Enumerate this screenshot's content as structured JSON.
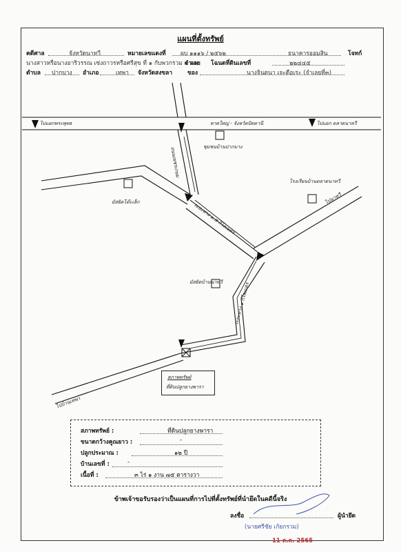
{
  "title": "แผนที่ตั้งทรัพย์",
  "header": {
    "case_label": "คดีศาล",
    "court": "จังหวัดนาทวี",
    "case_no_label": "หมายเลขแดงที่",
    "case_no": "ผบ ๑๑๑๖ / ๒๕๖๒",
    "plaintiff": "ธนาคารออมสิน",
    "plaintiff_role": "โจทก์",
    "defendants": "นางสาวหรือนางอาริวรรณ เซ่งถาวรหรือศรีสุข ที่ ๑ กับพวกรวม ๓ คน",
    "defendant_role": "จำเลย",
    "deed_label": "โฉนดที่ดินเลขที่",
    "deed_no": "๒๒๔๔๕",
    "subdistrict_label": "ตำบล",
    "subdistrict": "ปากบาง",
    "district_label": "อำเภอ",
    "district": "เทพา",
    "province_label": "จังหวัดสงขลา",
    "owner_label": "ของ",
    "owner": "นางจินตนา เจะดือเระ (จำเลยที่๓)"
  },
  "map_labels": {
    "road_top_left": "ไปแยกพระพุทธ",
    "road_top_center": "หาดใหญ่ - จังหวัดปัตตานี",
    "road_top_right": "ไปแยก ตลาดนาทวี",
    "mosque": "มัสยิดโต๊ะเล็ก",
    "community": "ชุมชนบ้านปากบาง",
    "road_vertical": "ถนนเพชรเกษม",
    "distance_1": "ระยะทาง ๑.๕ กิโลเมตร",
    "school": "โรงเรียนบ้านตลาดนาทวี",
    "road_right": "ไปนาทวี",
    "mosque2": "มัสยิดบ้านนาทวี",
    "distance_2": "ระยะทาง ๑ กิโลเมตร",
    "property_box": "สภาพทรัพย์",
    "property_box_2": "ที่ดินปลูกยางพารา",
    "road_bottom_left": "ไปบ้านเทพา"
  },
  "info": {
    "condition_label": "สภาพทรัพย์ :",
    "condition": "ที่ดินปลูกยางพารา",
    "size_label": "ขนาดกว้างคูณยาว :",
    "size": "-",
    "age_label": "ปลูกประมาณ :",
    "age": "๑๒ ปี",
    "house_no_label": "บ้านเลขที่ :",
    "house_no": "-",
    "area_label": "เนื้อที่ :",
    "area": "๓ ไร่ ๑ งาน ๗๕ ตารางวา"
  },
  "statement": "ข้าพเจ้าขอรับรองว่าเป็นแผนที่การไปที่ตั้งทรัพย์ที่นำยึดในคดีนี้จริง",
  "signature": {
    "label": "ลงชื่อ",
    "role": "ผู้นำยึด",
    "name": "(นายศรีชัย เก้ยกรวม)",
    "date": "11 ต.ค. 2565"
  }
}
